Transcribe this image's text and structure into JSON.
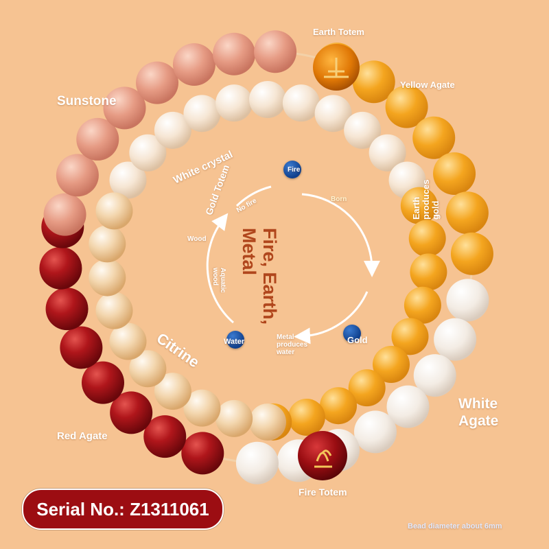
{
  "labels": {
    "earth_totem": "Earth Totem",
    "yellow_agate": "Yellow Agate",
    "sunstone": "Sunstone",
    "white_crystal": "White crystal",
    "gold_totem": "Gold Totem",
    "citrine": "Citrine",
    "white_agate": "White\nAgate",
    "red_agate": "Red Agate",
    "fire_totem": "Fire Totem",
    "bead_diameter": "Bead diameter about 6mm"
  },
  "serial": {
    "text": "Serial No.: Z1311061"
  },
  "cycle": {
    "center_text": "Fire, Earth,\nMetal",
    "nodes": {
      "fire": "Fire",
      "gold": "Gold",
      "water": "Water"
    },
    "edges": {
      "born": "Born",
      "earth_produces_gold": "Earth\nproduces\ngold",
      "metal_produces_water": "Metal\nproduces\nwater",
      "aquatic_wood": "Aquatic\nwood",
      "wood": "Wood",
      "no_fire": "No fire"
    }
  },
  "colors": {
    "background": "#f6c392",
    "red_agate": "#9e0f14",
    "sunstone": "#e7a08a",
    "yellow_agate": "#f2a21b",
    "white_agate": "#f3ede6",
    "citrine": "#f4d9b3",
    "clear_crystal": "#f7e8d8",
    "serial_badge": "#9c0d12",
    "node_blue": "#1450a8",
    "center_text": "#b0461c"
  }
}
